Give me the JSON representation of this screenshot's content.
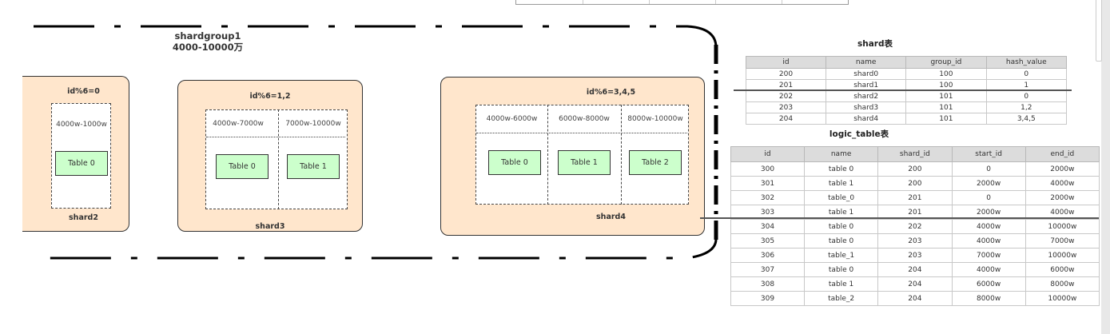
{
  "shardgroup": {
    "title": "shardgroup1",
    "range": "4000-10000万"
  },
  "shards": [
    {
      "name": "shard2",
      "condition": "id%6=0",
      "ranges": [
        {
          "label": "4000w-1000w",
          "table": "Table 0"
        }
      ]
    },
    {
      "name": "shard3",
      "condition": "id%6=1,2",
      "ranges": [
        {
          "label": "4000w-7000w",
          "table": "Table 0"
        },
        {
          "label": "7000w-10000w",
          "table": "Table 1"
        }
      ]
    },
    {
      "name": "shard4",
      "condition": "id%6=3,4,5",
      "ranges": [
        {
          "label": "4000w-6000w",
          "table": "Table 0"
        },
        {
          "label": "6000w-8000w",
          "table": "Table 1"
        },
        {
          "label": "8000w-10000w",
          "table": "Table 2"
        }
      ]
    }
  ],
  "shard_table": {
    "title": "shard表",
    "columns": [
      "id",
      "name",
      "group_id",
      "hash_value"
    ],
    "rows": [
      [
        "200",
        "shard0",
        "100",
        "0"
      ],
      [
        "201",
        "shard1",
        "100",
        "1"
      ],
      [
        "202",
        "shard2",
        "101",
        "0"
      ],
      [
        "203",
        "shard3",
        "101",
        "1,2"
      ],
      [
        "204",
        "shard4",
        "101",
        "3,4,5"
      ]
    ]
  },
  "logic_table": {
    "title": "logic_table表",
    "columns": [
      "id",
      "name",
      "shard_id",
      "start_id",
      "end_id"
    ],
    "rows": [
      [
        "300",
        "table 0",
        "200",
        "0",
        "2000w"
      ],
      [
        "301",
        "table 1",
        "200",
        "2000w",
        "4000w"
      ],
      [
        "302",
        "table_0",
        "201",
        "0",
        "2000w"
      ],
      [
        "303",
        "table 1",
        "201",
        "2000w",
        "4000w"
      ],
      [
        "304",
        "table 0",
        "202",
        "4000w",
        "10000w"
      ],
      [
        "305",
        "table 0",
        "203",
        "4000w",
        "7000w"
      ],
      [
        "306",
        "table_1",
        "203",
        "7000w",
        "10000w"
      ],
      [
        "307",
        "table 0",
        "204",
        "4000w",
        "6000w"
      ],
      [
        "308",
        "table 1",
        "204",
        "6000w",
        "8000w"
      ],
      [
        "309",
        "table_2",
        "204",
        "8000w",
        "10000w"
      ]
    ]
  }
}
